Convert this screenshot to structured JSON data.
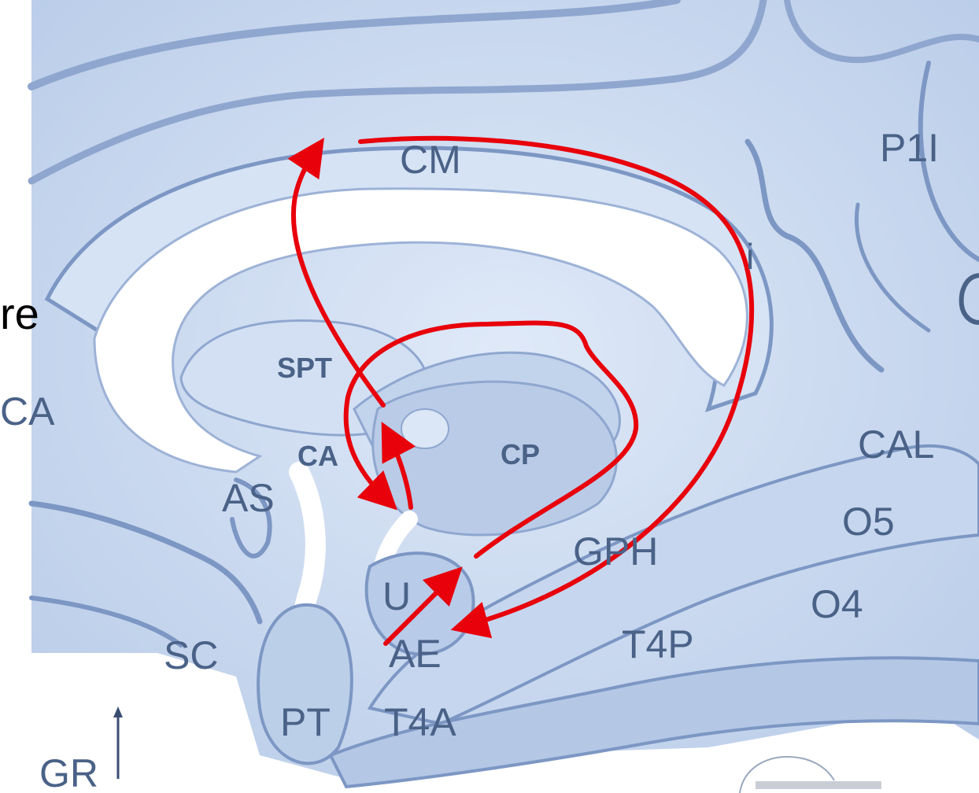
{
  "labels": {
    "cm": "CM",
    "p1i": "P1I",
    "spt": "SPT",
    "ca_left": "CA",
    "ca_small": "CA",
    "cp": "CP",
    "as": "AS",
    "u": "U",
    "gph": "GPH",
    "cal": "CAL",
    "o5": "O5",
    "o4": "O4",
    "t4p": "T4P",
    "ae": "AE",
    "sc": "SC",
    "pt": "PT",
    "t4a": "T4A",
    "gr": "GR",
    "i": "i",
    "partial_re": "re"
  },
  "colors": {
    "tissue": "#c9d8ef",
    "tissue_light": "#dde8f7",
    "tissue_dark": "#8fa7cf",
    "outline": "#6f8cbd",
    "label": "#4a6287",
    "arrow": "#e8000b"
  }
}
